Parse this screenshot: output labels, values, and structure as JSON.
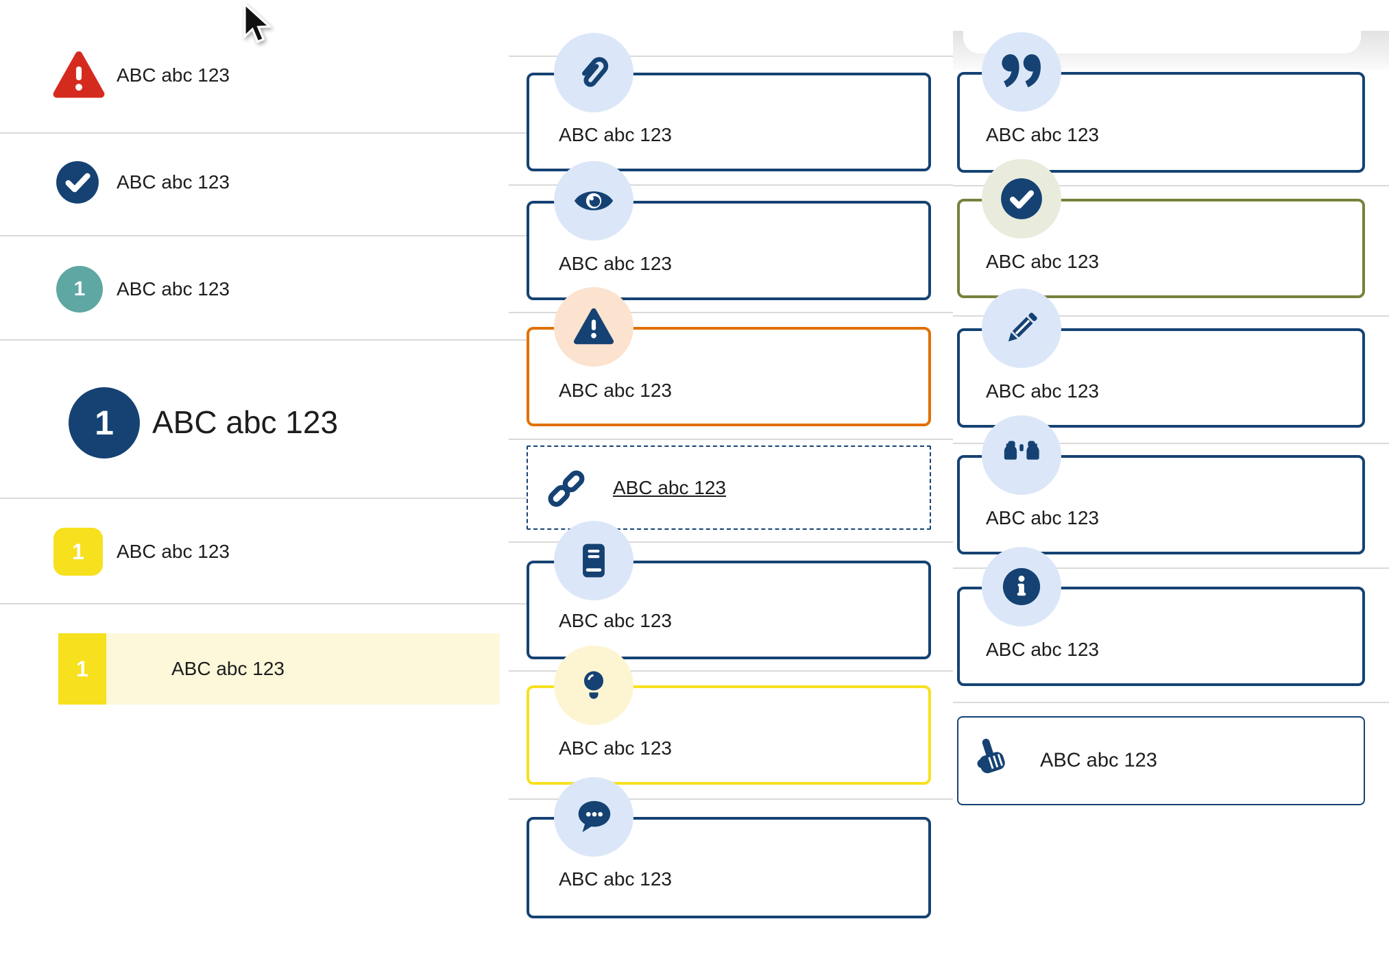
{
  "colors": {
    "navy": "#154273",
    "light_blue_circle": "#dbe7f8",
    "red": "#d52b1e",
    "teal": "#5fa7a3",
    "yellow": "#f7e01e",
    "pale_yellow_row": "#fdf8da",
    "orange": "#e17000",
    "peach_circle": "#fbe3d0",
    "olive": "#76813c",
    "pale_green_circle": "#e9ecdc",
    "pale_yellow_circle": "#fdf5d2",
    "divider": "#d9d9d9",
    "text": "#1d1d1d"
  },
  "left_list": {
    "items": [
      {
        "icon": "alert-triangle-icon",
        "label": "ABC abc 123"
      },
      {
        "icon": "check-circle-icon",
        "label": "ABC abc 123"
      },
      {
        "icon": "teal-number-badge",
        "badge": "1",
        "label": "ABC abc 123"
      },
      {
        "icon": "large-navy-number-badge",
        "badge": "1",
        "label": "ABC abc 123"
      },
      {
        "icon": "yellow-number-badge",
        "badge": "1",
        "label": "ABC abc 123"
      },
      {
        "icon": "yellow-number-badge",
        "badge": "1",
        "label": "ABC abc 123",
        "highlighted": true
      }
    ]
  },
  "middle_callouts": {
    "items": [
      {
        "icon": "paperclip-icon",
        "label": "ABC abc 123",
        "style": "navy"
      },
      {
        "icon": "eye-icon",
        "label": "ABC abc 123",
        "style": "navy"
      },
      {
        "icon": "warning-triangle-icon",
        "label": "ABC abc 123",
        "style": "orange"
      },
      {
        "icon": "link-icon",
        "label": "ABC abc 123",
        "style": "dashed-link"
      },
      {
        "icon": "book-icon",
        "label": "ABC abc 123",
        "style": "navy"
      },
      {
        "icon": "lightbulb-icon",
        "label": "ABC abc 123",
        "style": "yellow"
      },
      {
        "icon": "chat-icon",
        "label": "ABC abc 123",
        "style": "navy"
      }
    ]
  },
  "right_callouts": {
    "items": [
      {
        "icon": "quote-icon",
        "label": "ABC abc 123",
        "style": "navy"
      },
      {
        "icon": "check-circle-icon",
        "label": "ABC abc 123",
        "style": "olive"
      },
      {
        "icon": "pencil-icon",
        "label": "ABC abc 123",
        "style": "navy"
      },
      {
        "icon": "binoculars-icon",
        "label": "ABC abc 123",
        "style": "navy"
      },
      {
        "icon": "info-icon",
        "label": "ABC abc 123",
        "style": "navy"
      },
      {
        "icon": "hand-point-icon",
        "label": "ABC abc 123",
        "style": "navy-thin"
      }
    ]
  }
}
